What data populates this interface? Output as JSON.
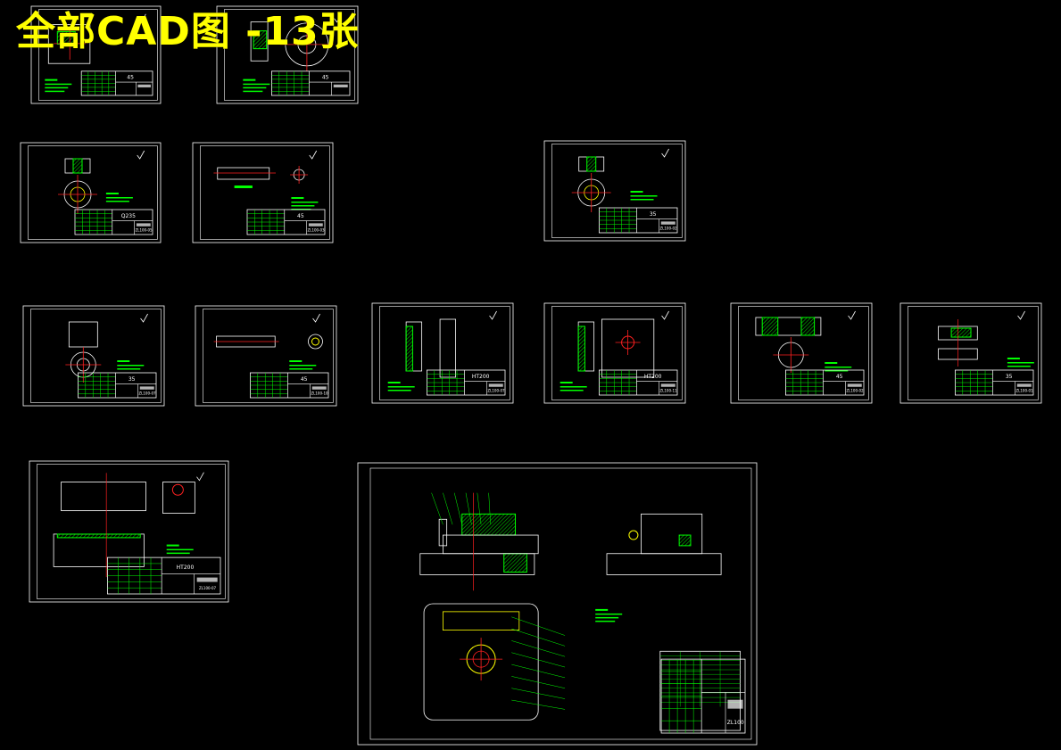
{
  "banner": {
    "text": "全部CAD图 -13张"
  },
  "sheets": [
    {
      "material": "45",
      "part_no": ""
    },
    {
      "material": "45",
      "part_no": ""
    },
    {
      "material": "Q235",
      "part_no": "ZL100-05"
    },
    {
      "material": "45",
      "part_no": "ZL100-03"
    },
    {
      "material": "35",
      "part_no": "ZL100-02"
    },
    {
      "material": "35",
      "part_no": "ZL100-07"
    },
    {
      "material": "45",
      "part_no": "ZL100-10"
    },
    {
      "material": "HT200",
      "part_no": "ZL100-07"
    },
    {
      "material": "HT200",
      "part_no": "ZL100-11"
    },
    {
      "material": "45",
      "part_no": "ZL100-02"
    },
    {
      "material": "35",
      "part_no": "ZL100-01"
    },
    {
      "material": "HT200",
      "part_no": "ZL100-07"
    },
    {
      "material": "",
      "part_no": "ZL100"
    }
  ]
}
